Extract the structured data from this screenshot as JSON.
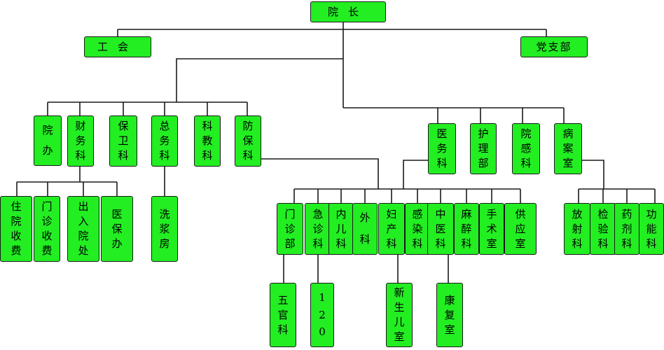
{
  "colors": {
    "box_fill": "#22ee22",
    "line": "#1a1a1a",
    "text": "#000000"
  },
  "org": {
    "root": "院长",
    "left_top": "工会",
    "right_top": "党支部",
    "admin": [
      {
        "id": "yuanban",
        "label": "院办"
      },
      {
        "id": "caiwu",
        "label": "财务科"
      },
      {
        "id": "baowei",
        "label": "保卫科"
      },
      {
        "id": "zongwu",
        "label": "总务科"
      },
      {
        "id": "kejiao",
        "label": "科教科"
      },
      {
        "id": "fangbao",
        "label": "防保科"
      }
    ],
    "finance_sub": [
      {
        "id": "zhuyuan",
        "label": "住院收费"
      },
      {
        "id": "menzhen-fee",
        "label": "门诊收费"
      },
      {
        "id": "churu",
        "label": "出入院处"
      },
      {
        "id": "yibao",
        "label": "医保办"
      }
    ],
    "general_sub": [
      {
        "id": "xijiang",
        "label": "洗浆房"
      }
    ],
    "medical_mgmt": [
      {
        "id": "yiwu",
        "label": "医务科"
      },
      {
        "id": "huli",
        "label": "护理部"
      },
      {
        "id": "yuangan",
        "label": "院感科"
      },
      {
        "id": "bingan",
        "label": "病案室"
      }
    ],
    "clinical": [
      {
        "id": "menzhen",
        "label": "门诊部"
      },
      {
        "id": "jizhen",
        "label": "急诊科"
      },
      {
        "id": "neier",
        "label": "内儿科"
      },
      {
        "id": "waike",
        "label": "外科"
      },
      {
        "id": "fuchan",
        "label": "妇产科"
      },
      {
        "id": "ganran",
        "label": "感染科"
      },
      {
        "id": "zhongyi",
        "label": "中医科"
      },
      {
        "id": "mazui",
        "label": "麻醉科"
      },
      {
        "id": "shoushu",
        "label": "手术室"
      },
      {
        "id": "gongying",
        "label": "供应室"
      }
    ],
    "clinical_sub": [
      {
        "id": "wuguan",
        "label": "五官科"
      },
      {
        "id": "e120",
        "label": "120"
      },
      {
        "id": "xinsheng",
        "label": "新生儿室"
      },
      {
        "id": "kangfu",
        "label": "康复室"
      }
    ],
    "tech": [
      {
        "id": "fangshe",
        "label": "放射科"
      },
      {
        "id": "jianyan",
        "label": "检验科"
      },
      {
        "id": "yaoji",
        "label": "药剂科"
      },
      {
        "id": "gongneng",
        "label": "功能科"
      }
    ]
  }
}
